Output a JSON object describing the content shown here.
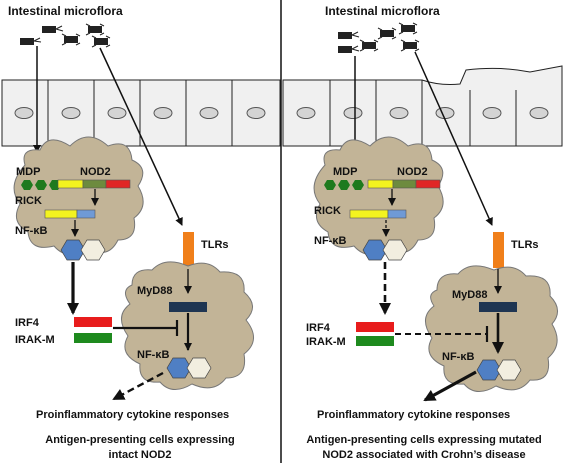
{
  "left_panel": {
    "microflora_label": "Intestinal microflora",
    "mdp_label": "MDP",
    "nod2_label": "NOD2",
    "rick_label": "RICK",
    "nfkb_top_label": "NF-κB",
    "tlrs_label": "TLRs",
    "myd88_label": "MyD88",
    "irf4_label": "IRF4",
    "irakm_label": "IRAK-M",
    "nfkb_bottom_label": "NF-κB",
    "response_label": "Proinflammatory cytokine responses",
    "caption_line1": "Antigen-presenting cells expressing",
    "caption_line2": "intact NOD2"
  },
  "right_panel": {
    "microflora_label": "Intestinal microflora",
    "mdp_label": "MDP",
    "nod2_label": "NOD2",
    "rick_label": "RICK",
    "nfkb_top_label": "NF-κB",
    "tlrs_label": "TLRs",
    "myd88_label": "MyD88",
    "irf4_label": "IRF4",
    "irakm_label": "IRAK-M",
    "nfkb_bottom_label": "NF-κB",
    "response_label": "Proinflammatory cytokine responses",
    "caption_line1": "Antigen-presenting cells expressing mutated",
    "caption_line2": "NOD2 associated with Crohn’s disease"
  },
  "colors": {
    "cell_fill": "#c2b497",
    "mdp_green": "#1e7a1e",
    "nod2_yellow": "#f3f31f",
    "nod2_olive": "#6d8b3e",
    "nod2_red": "#e02626",
    "rick_blue": "#6f9ad6",
    "nfkb_blue": "#4f7fc4",
    "nfkb_cream": "#f2eee0",
    "tlr_orange": "#f07f1a",
    "myd88_navy": "#1e3552",
    "irf4_red": "#e81c1c",
    "irakm_green": "#1e8a1e",
    "epithelium_fill": "#f0f0f0",
    "nucleus_fill": "#d4d4d4"
  }
}
